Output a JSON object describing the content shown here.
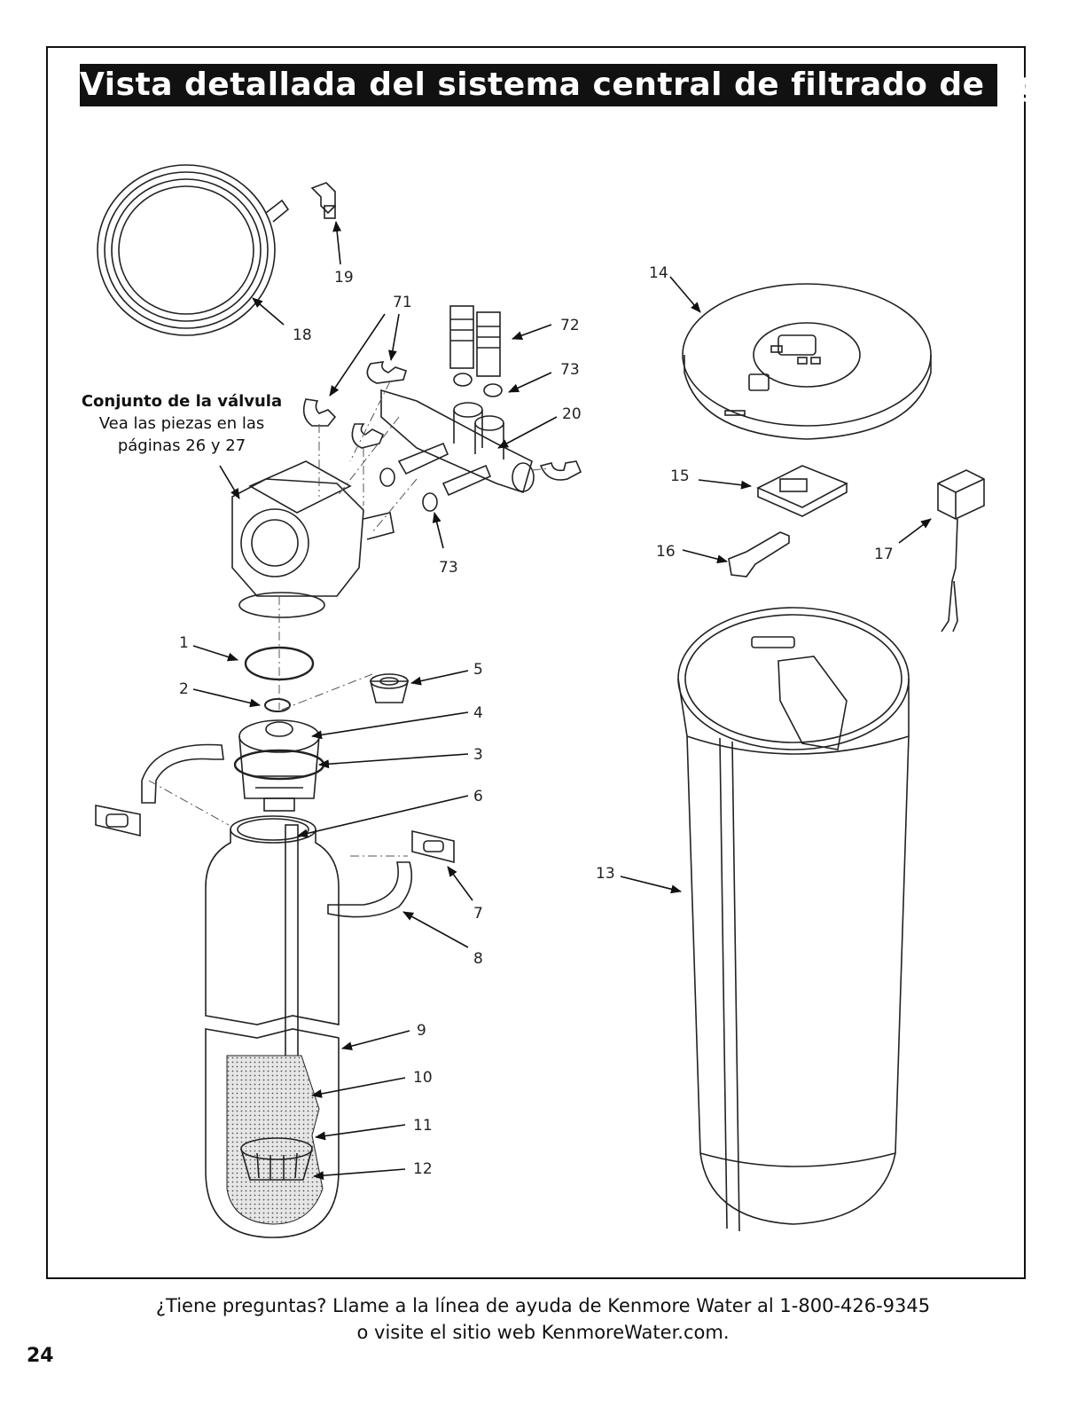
{
  "title": "Vista detallada del sistema central de filtrado de agua",
  "valve_assembly": {
    "heading": "Conjunto de la válvula",
    "line1": "Vea las piezas en las",
    "line2": "páginas 26 y 27"
  },
  "callouts": {
    "c1": "1",
    "c2": "2",
    "c3": "3",
    "c4": "4",
    "c5": "5",
    "c6": "6",
    "c7": "7",
    "c8": "8",
    "c9": "9",
    "c10": "10",
    "c11": "11",
    "c12": "12",
    "c13": "13",
    "c14": "14",
    "c15": "15",
    "c16": "16",
    "c17": "17",
    "c18": "18",
    "c19": "19",
    "c20": "20",
    "c71": "71",
    "c72": "72",
    "c73a": "73",
    "c73b": "73"
  },
  "footer": {
    "line1": "¿Tiene preguntas? Llame a la línea de ayuda de Kenmore Water al 1-800-426-9345",
    "line2": "o visite el sitio web KenmoreWater.com."
  },
  "page_number": "24"
}
